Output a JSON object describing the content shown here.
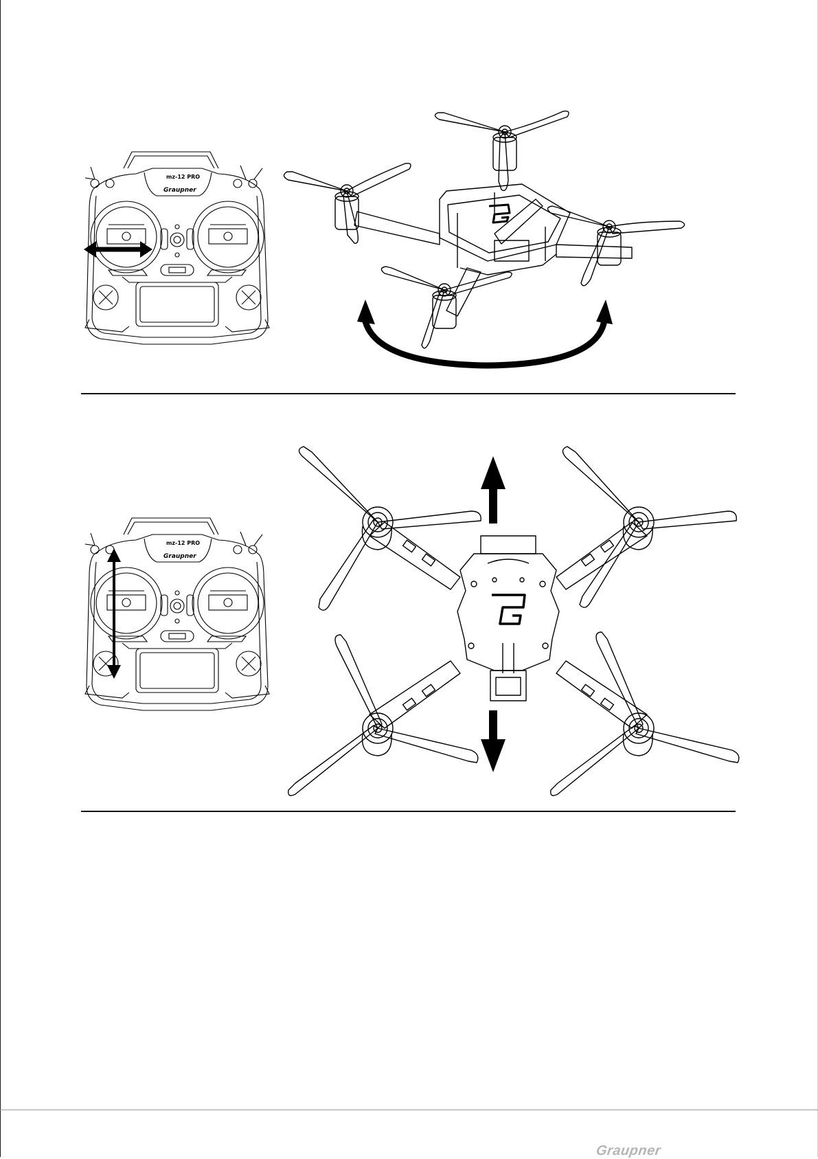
{
  "figures": [
    {
      "transmitter": {
        "model_label": "mz-12 PRO",
        "logo_text": "Graupner",
        "stick_motion": "left stick horizontal"
      },
      "drone": {
        "view": "perspective",
        "motion": "yaw rotation arrow"
      }
    },
    {
      "transmitter": {
        "model_label": "mz-12 PRO",
        "logo_text": "Graupner",
        "stick_motion": "left stick vertical"
      },
      "drone": {
        "view": "top",
        "motion": "up / down arrows"
      }
    }
  ],
  "footer": {
    "brand": "Graupner"
  },
  "colors": {
    "ink": "#000000",
    "footer_brand": "#b5b5b5"
  }
}
